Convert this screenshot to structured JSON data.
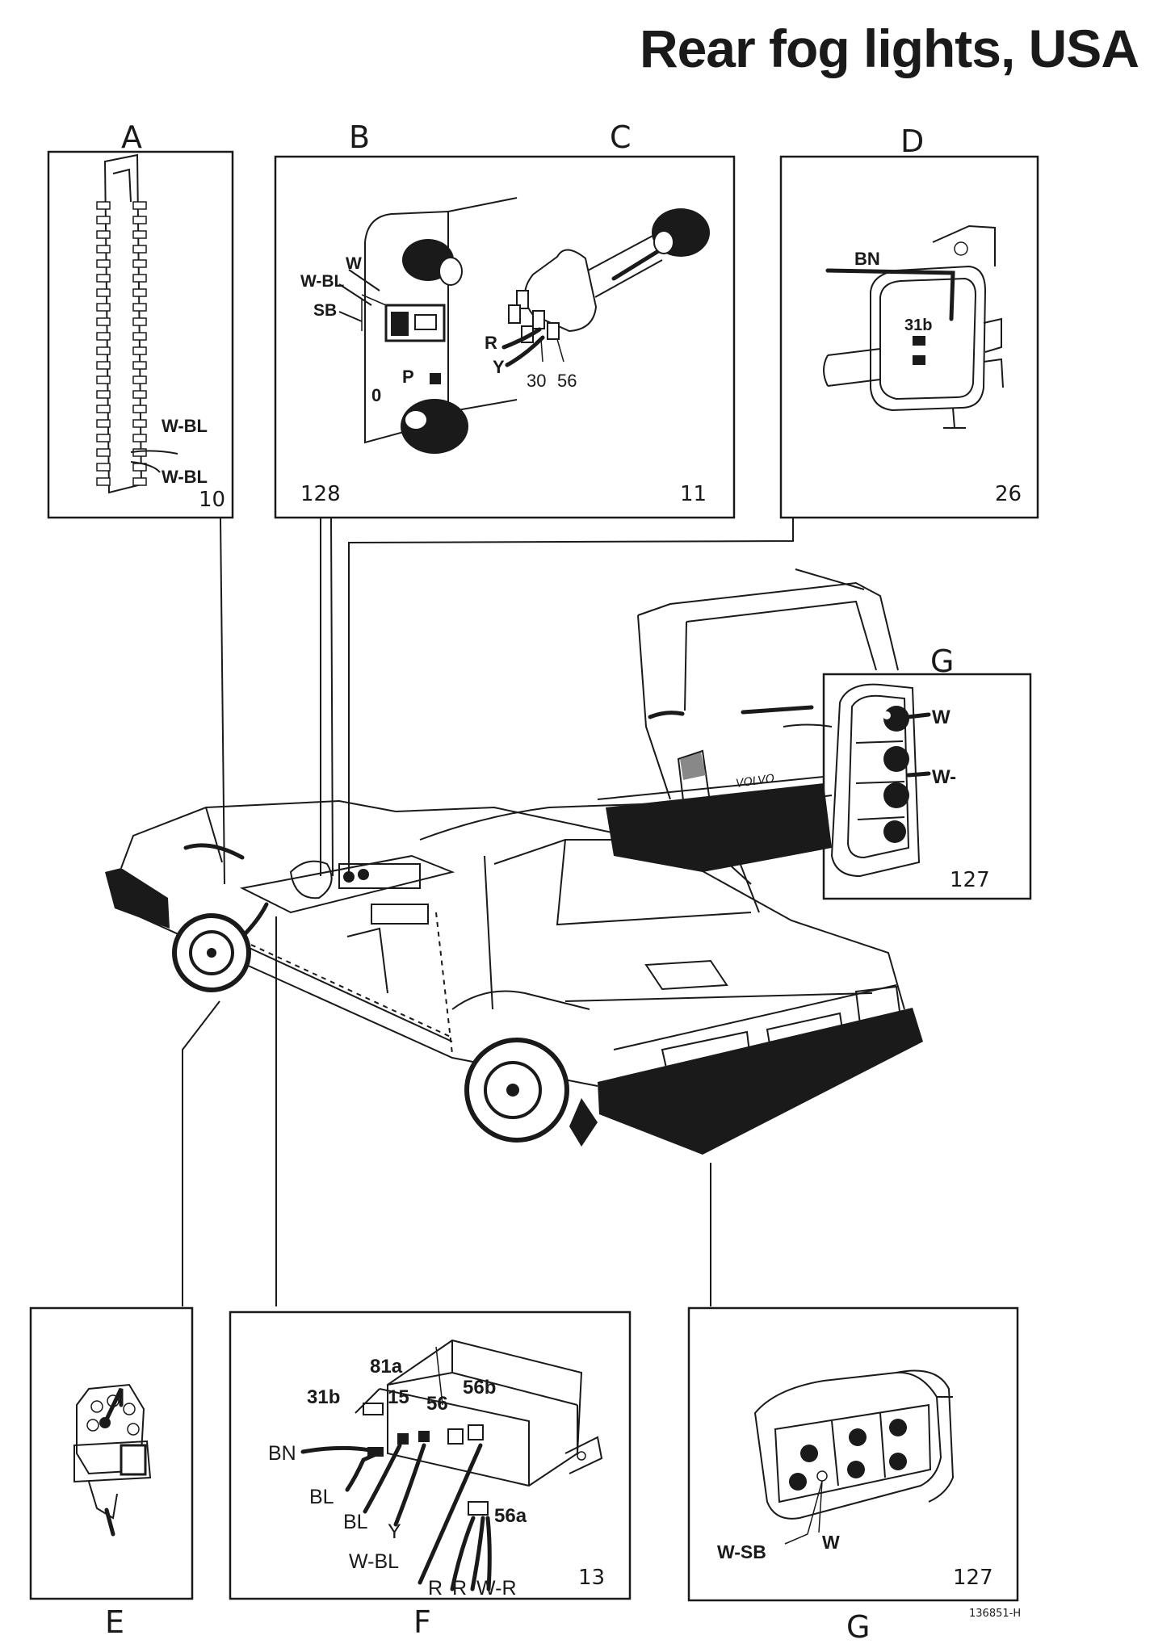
{
  "title": "Rear fog lights, USA",
  "document_code": "136851-H",
  "panels": {
    "A": {
      "letter": "A",
      "ref": "10",
      "wires": [
        "W-BL",
        "W-BL"
      ]
    },
    "B": {
      "letter": "B",
      "ref": "128",
      "wires": [
        "W",
        "W-BL",
        "SB"
      ],
      "symbol": "P",
      "zero": "0"
    },
    "C": {
      "letter": "C",
      "ref": "11",
      "wires": [
        "R",
        "Y"
      ],
      "terminals": [
        "30",
        "56"
      ]
    },
    "D": {
      "letter": "D",
      "ref": "26",
      "wires": [
        "BN"
      ],
      "terminal": "31b"
    },
    "E": {
      "letter": "E"
    },
    "F": {
      "letter": "F",
      "ref": "13",
      "terminals": [
        "81a",
        "31b",
        "15",
        "56",
        "56b",
        "56a"
      ],
      "wires": [
        "BN",
        "BL",
        "BL",
        "Y",
        "W-BL",
        "R",
        "R",
        "W-R"
      ]
    },
    "G_top": {
      "letter": "G",
      "ref": "127",
      "wires": [
        "W",
        "W-"
      ]
    },
    "G_bottom": {
      "letter": "G",
      "ref": "127",
      "wires": [
        "W-SB",
        "W"
      ]
    }
  },
  "car_badge": "VOLVO"
}
